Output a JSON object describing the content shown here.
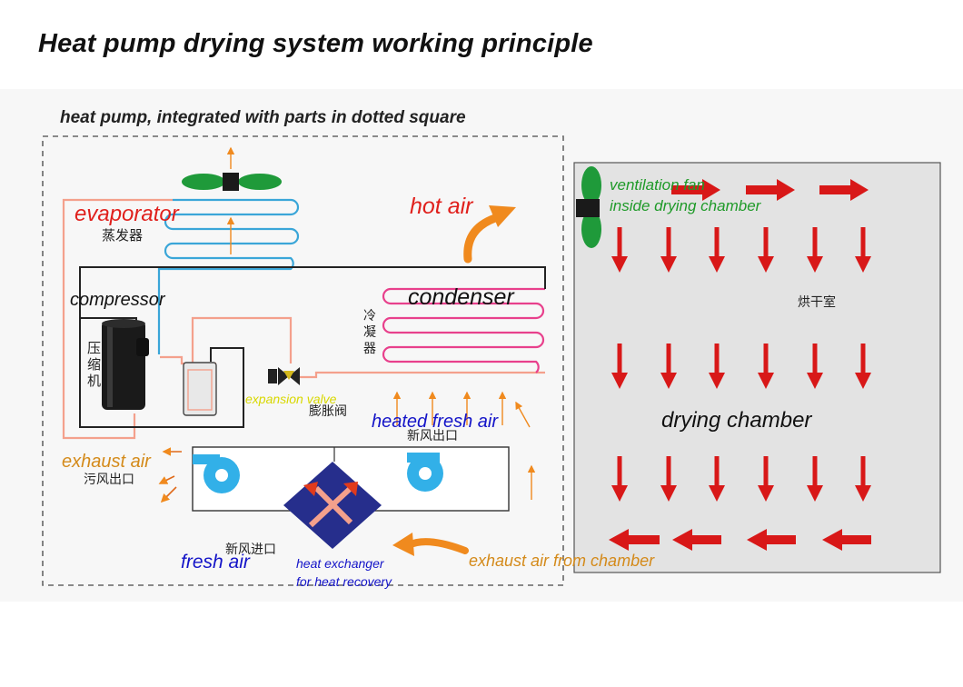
{
  "title": "Heat pump drying system working principle",
  "heat_pump_caption": "heat pump, integrated with parts in dotted square",
  "labels": {
    "evaporator": "evaporator",
    "evaporator_cn": "蒸发器",
    "hot_air": "hot air",
    "compressor": "compressor",
    "compressor_cn": [
      "压",
      "缩",
      "机"
    ],
    "condenser": "condenser",
    "condenser_cn": [
      "冷",
      "凝",
      "器"
    ],
    "expansion_valve": "expansion valve",
    "expansion_valve_cn": "膨胀阀",
    "heated_fresh_air": "heated fresh air",
    "heated_fresh_air_cn": "新风出口",
    "exhaust_air": "exhaust air",
    "exhaust_air_cn": "污风出口",
    "fresh_air": "fresh air",
    "fresh_air_cn": "新风进口",
    "heat_exchanger_1": "heat exchanger",
    "heat_exchanger_2": "for heat recovery",
    "exhaust_air_from_chamber": "exhaust air from chamber",
    "ventilation_fan_1": "ventilation fan",
    "ventilation_fan_2": "inside drying chamber",
    "drying_room_cn": "烘干室",
    "drying_chamber": "drying chamber"
  },
  "colors": {
    "red_label": "#e0201c",
    "blue_label": "#1414c8",
    "green_label": "#1e9a28",
    "orange_label": "#d48a1a",
    "yellow_label": "#d8d800",
    "red_arrow": "#d81818",
    "orange_arrow": "#f08a1e",
    "pipe_salmon": "#f4a08c",
    "pipe_pink": "#e8408c",
    "coil_blue": "#3aa6d8",
    "fan_green": "#1f9a3a",
    "exchanger_navy": "#262e8c",
    "chamber_gray": "#e3e3e3"
  }
}
